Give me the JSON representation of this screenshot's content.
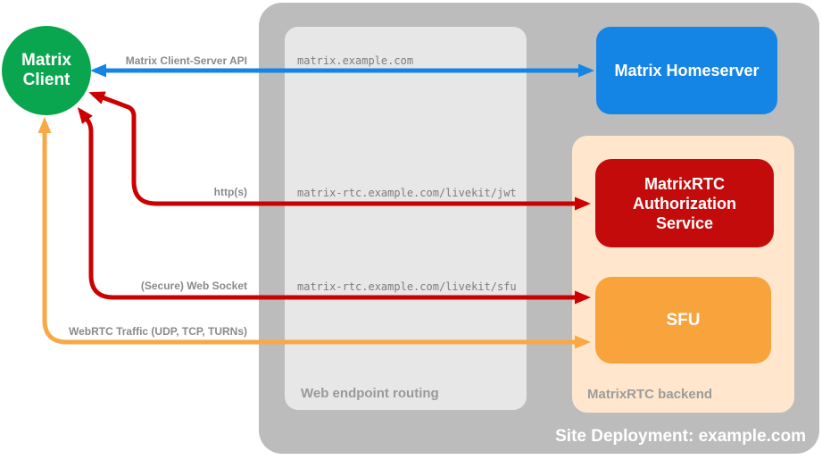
{
  "client": {
    "line1": "Matrix",
    "line2": "Client"
  },
  "homeserver": {
    "label": "Matrix Homeserver"
  },
  "routing": {
    "caption": "Web endpoint routing",
    "endpoints": [
      "matrix.example.com",
      "matrix-rtc.example.com/livekit/jwt",
      "matrix-rtc.example.com/livekit/sfu"
    ]
  },
  "backend": {
    "caption": "MatrixRTC backend",
    "auth_service": "MatrixRTC Authorization Service",
    "sfu": "SFU"
  },
  "deployment": {
    "caption": "Site Deployment: example.com"
  },
  "edges": {
    "cs_api": "Matrix Client-Server API",
    "https": "http(s)",
    "websocket": "(Secure) Web Socket",
    "webrtc": "WebRTC Traffic (UDP, TCP, TURNs)"
  },
  "colors": {
    "client_green": "#0aa64f",
    "homeserver_blue": "#1485e5",
    "auth_red": "#c40b0b",
    "arrow_red": "#cc0000",
    "sfu_orange": "#f8a33c",
    "arrow_orange": "#faa845",
    "backend_peach": "#ffe6cc",
    "deployment_gray": "#bcbcbc",
    "routing_gray": "#e7e7e7"
  }
}
